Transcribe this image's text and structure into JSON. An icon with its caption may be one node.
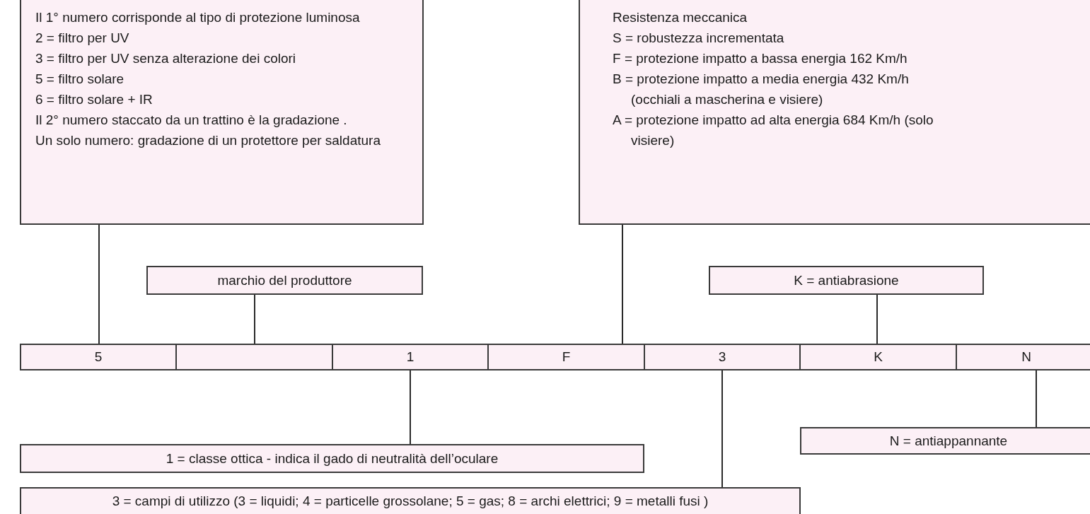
{
  "diagram": {
    "nodes": [
      {
        "text": [
          "Il 1° numero corrisponde al tipo di protezione luminosa",
          "2 = filtro per UV",
          "3 = filtro per UV senza alterazione dei colori",
          "5 = filtro solare",
          "6 = filtro solare + IR",
          "Il 2° numero staccato da un trattino è la gradazione .",
          "Un solo numero: gradazione di un protettore per saldatura"
        ]
      },
      {
        "text": [
          "Resistenza meccanica",
          "S = robustezza incrementata",
          "F = protezione impatto a bassa energia 162 Km/h",
          "B = protezione impatto a media energia 432 Km/h (occhiali a mascherina e visiere)",
          "A = protezione impatto ad alta energia 684 Km/h (solo visiere)"
        ]
      },
      {
        "text": [
          "marchio del produttore"
        ]
      },
      {
        "text": [
          "K = antiabrasione"
        ]
      },
      {
        "text": [
          "5"
        ]
      },
      {
        "text": [],
        "shape": "box"
      },
      {
        "text": [
          "1"
        ]
      },
      {
        "text": [
          "F"
        ]
      },
      {
        "text": [
          "3"
        ]
      },
      {
        "text": [
          "K"
        ]
      },
      {
        "text": [
          "N"
        ]
      },
      {
        "text": [
          "1 = classe ottica - indica il gado di neutralità dell’oculare"
        ]
      },
      {
        "text": [
          "N = antiappannante"
        ]
      },
      {
        "text": [
          "3 = campi di utilizzo (3 = liquidi; 4 = particelle grossolane; 5 = gas; 8 = archi elettrici; 9 = metalli fusi )"
        ]
      }
    ],
    "edges": [
      {
        "from": 0,
        "to": 4,
        "arrow": "none"
      },
      {
        "from": 2,
        "to": 5,
        "arrow": "none"
      },
      {
        "from": 1,
        "to": 7,
        "arrow": "none"
      },
      {
        "from": 3,
        "to": 9,
        "arrow": "none"
      },
      {
        "from": 11,
        "to": 6,
        "arrow": "none"
      },
      {
        "from": 13,
        "to": 8,
        "arrow": "none"
      },
      {
        "from": 12,
        "to": 10,
        "arrow": "none"
      }
    ]
  }
}
